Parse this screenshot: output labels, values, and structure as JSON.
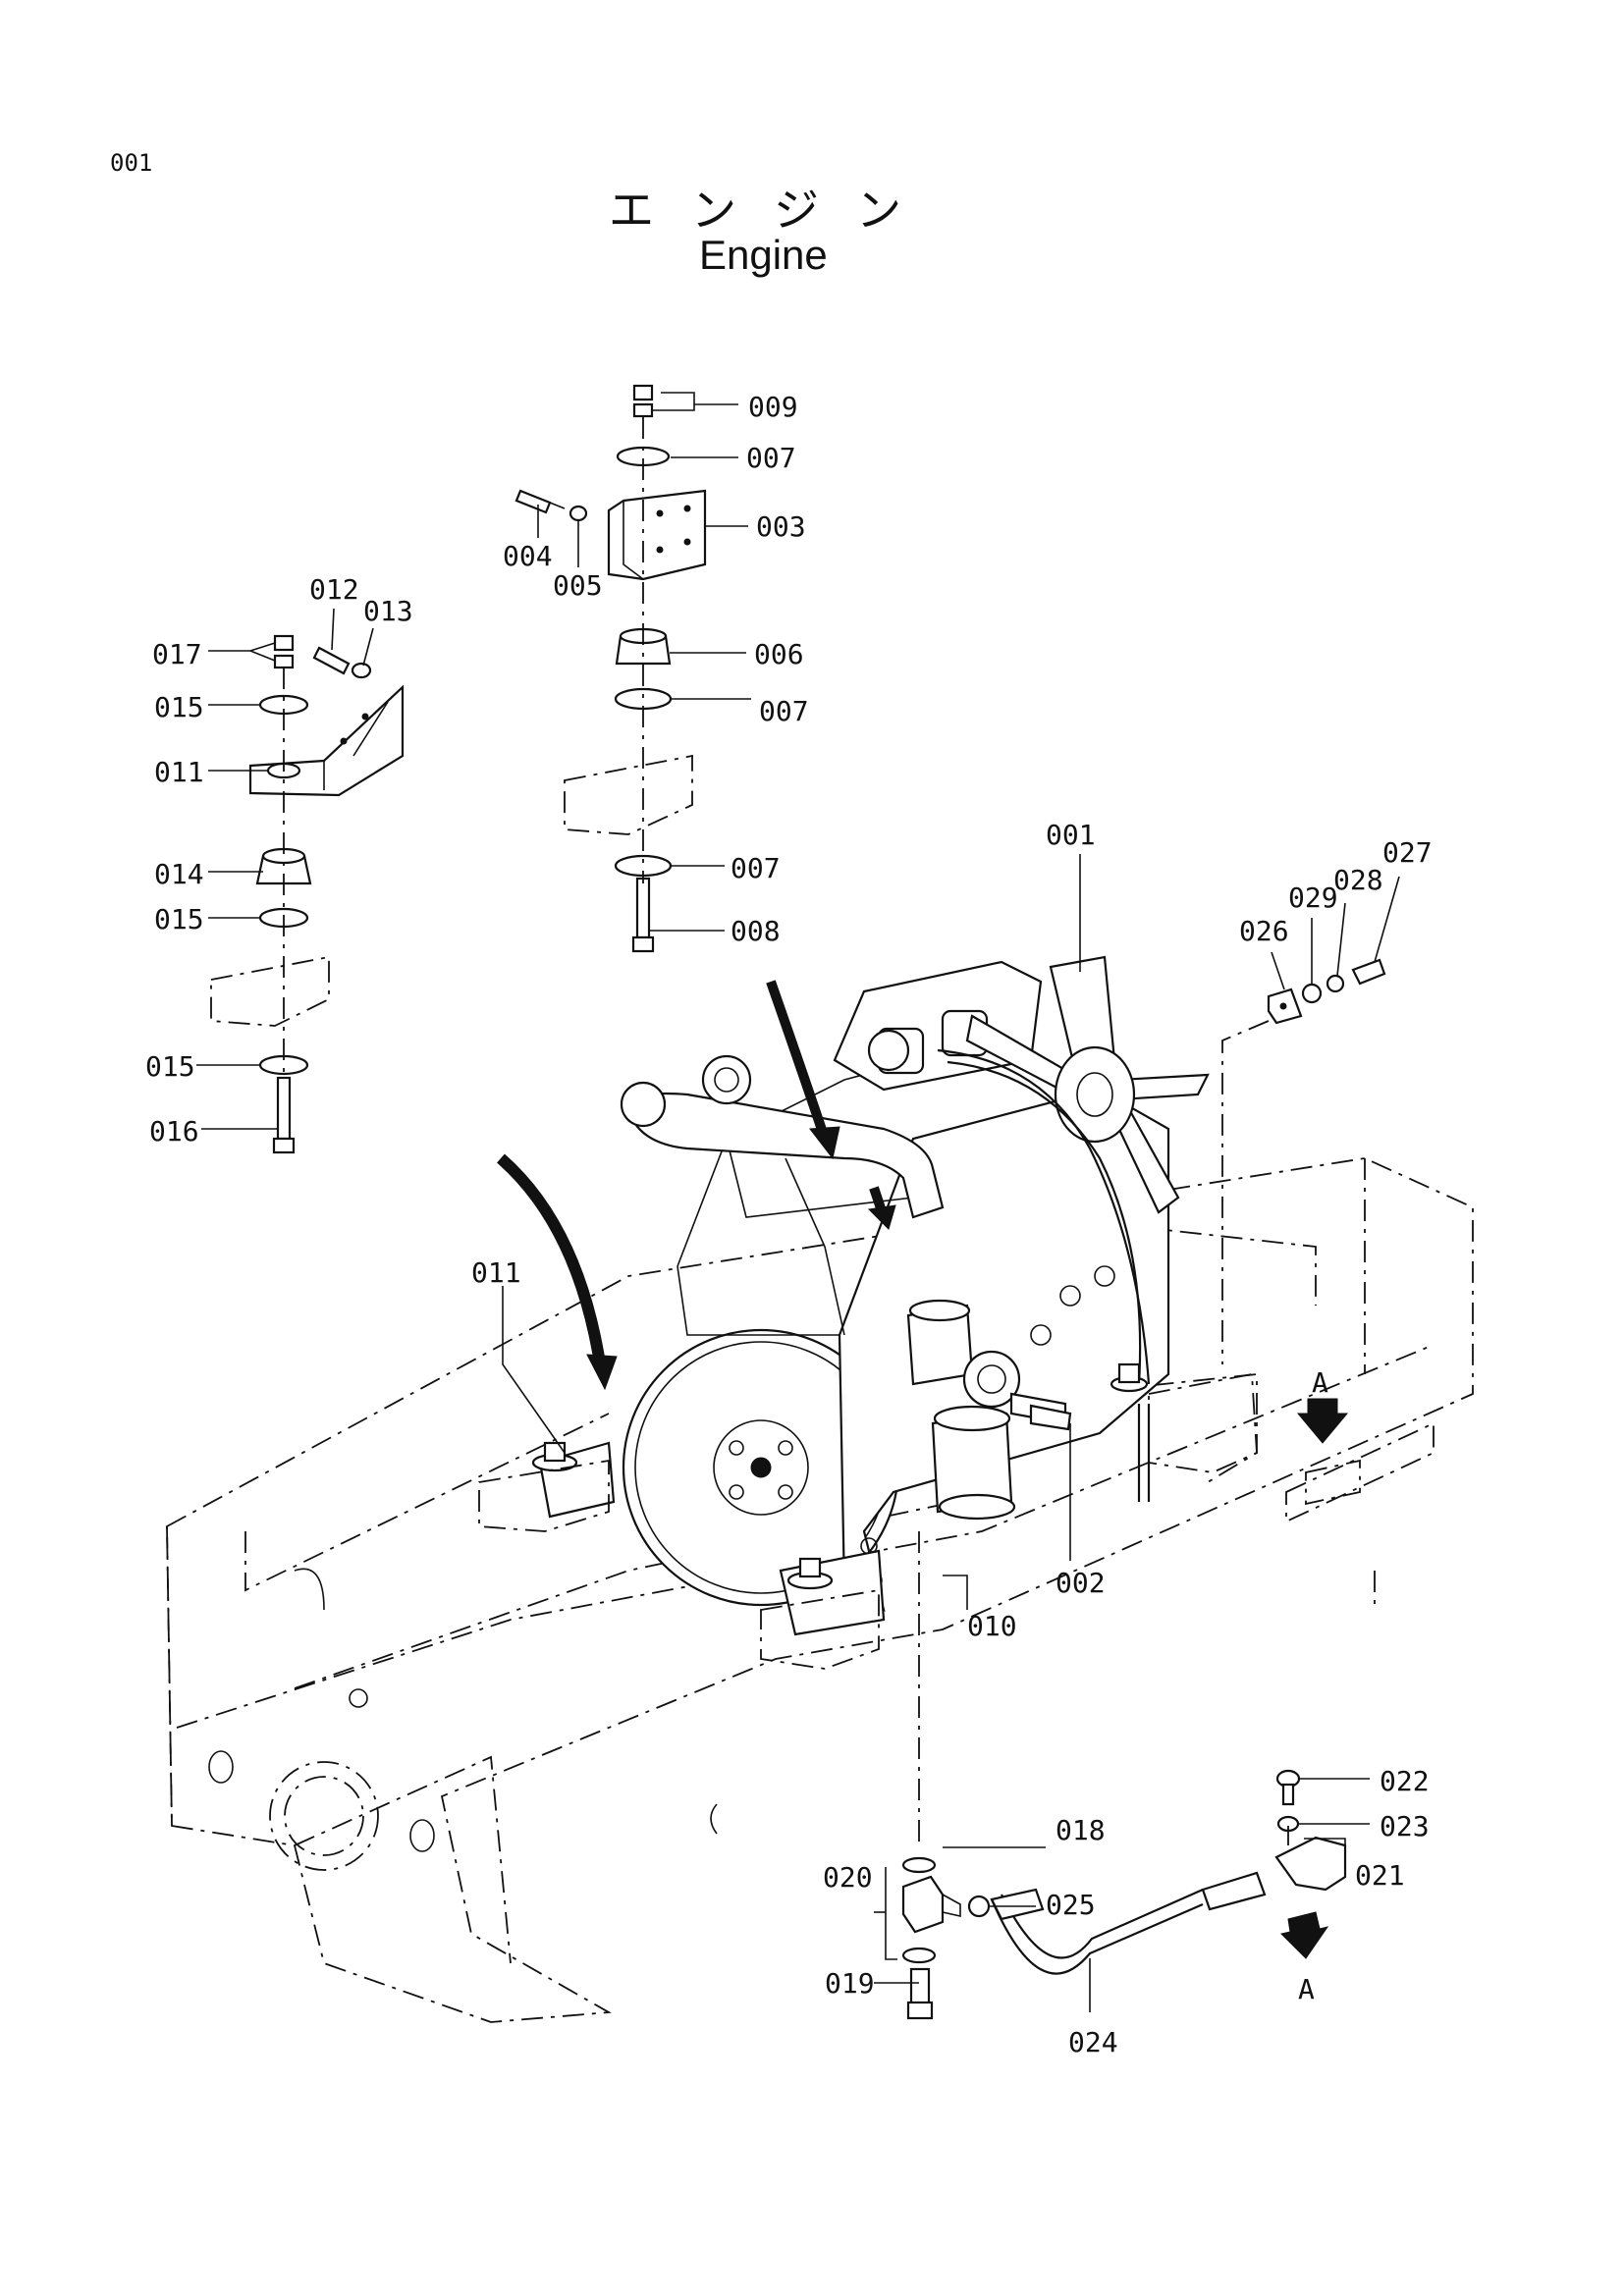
{
  "page_number": "001",
  "title_japanese": "エンジン",
  "title_english": "Engine",
  "callouts": {
    "c001": "001",
    "c002": "002",
    "c003": "003",
    "c004": "004",
    "c005": "005",
    "c006": "006",
    "c007a": "007",
    "c007b": "007",
    "c007c": "007",
    "c008": "008",
    "c009": "009",
    "c010": "010",
    "c011a": "011",
    "c011b": "011",
    "c012": "012",
    "c013": "013",
    "c014": "014",
    "c015a": "015",
    "c015b": "015",
    "c015c": "015",
    "c016": "016",
    "c017": "017",
    "c018": "018",
    "c019": "019",
    "c020": "020",
    "c021": "021",
    "c022": "022",
    "c023": "023",
    "c024": "024",
    "c025": "025",
    "c026": "026",
    "c027": "027",
    "c028": "028",
    "c029": "029"
  },
  "view_marker_top": "A",
  "view_marker_bottom": "A"
}
